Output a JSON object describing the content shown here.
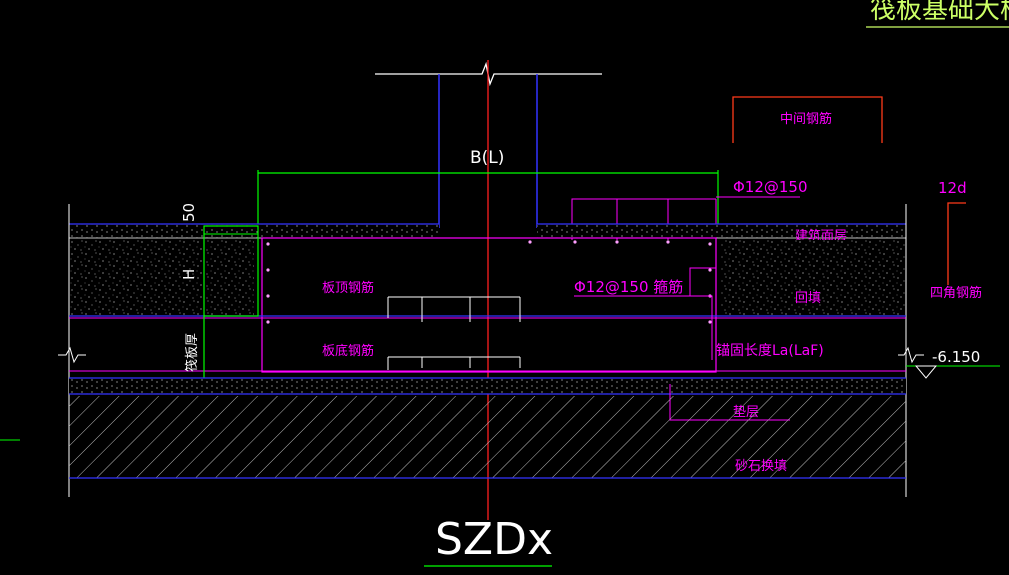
{
  "title_partial": "筏板基础大样",
  "dimension_B": "B(L)",
  "dimension_50": "50",
  "dimension_H": "H",
  "rebar_top_spec": "Φ12@150",
  "rebar_stirrup_spec": "Φ12@150 箍筋",
  "labels": {
    "middle_rebar": "中间钢筋",
    "building_surface": "建筑面层",
    "backfill": "回填",
    "slab_top_rebar": "板顶钢筋",
    "slab_bottom_rebar": "板底钢筋",
    "slab_thickness": "筏板厚",
    "anchor_length": "锚固长度La(LaF)",
    "cushion": "垫层",
    "gravel_fill": "砂石换填",
    "corner_rebar": "四角钢筋",
    "twelve_d": "12d"
  },
  "elevation": "-6.150",
  "drawing_name": "SZDx",
  "colors": {
    "background": "#000000",
    "red": "#ff2020",
    "blue": "#1a1aff",
    "magenta": "#ff00ff",
    "green": "#00ff00",
    "white": "#ffffff",
    "yellow_green": "#ccff66",
    "orange_red": "#ff3b1a"
  }
}
